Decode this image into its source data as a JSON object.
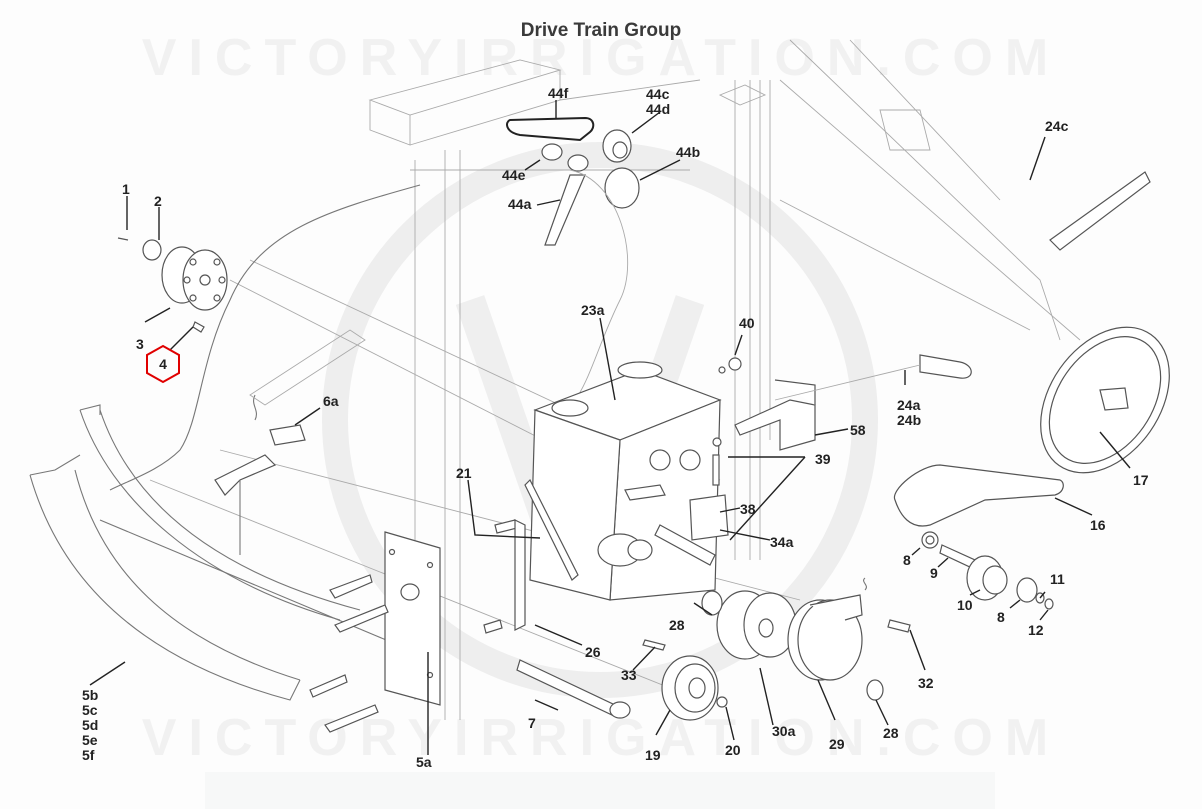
{
  "title": "Drive Train Group",
  "watermark": "VICTORYIRRIGATION.COM",
  "highlighted_part": "4",
  "highlight_color": "#e00000",
  "labels": {
    "p1": "1",
    "p2": "2",
    "p3": "3",
    "p4": "4",
    "p5a": "5a",
    "p5_group": [
      "5b",
      "5c",
      "5d",
      "5e",
      "5f"
    ],
    "p6a": "6a",
    "p7": "7",
    "p8a": "8",
    "p8b": "8",
    "p9": "9",
    "p10": "10",
    "p11": "11",
    "p12": "12",
    "p16": "16",
    "p17": "17",
    "p19": "19",
    "p20": "20",
    "p21": "21",
    "p23a": "23a",
    "p24ab": [
      "24a",
      "24b"
    ],
    "p24c": "24c",
    "p26": "26",
    "p28a": "28",
    "p28b": "28",
    "p29": "29",
    "p30a": "30a",
    "p32": "32",
    "p33": "33",
    "p34a": "34a",
    "p38": "38",
    "p39": "39",
    "p40": "40",
    "p44a": "44a",
    "p44b": "44b",
    "p44cd": [
      "44c",
      "44d"
    ],
    "p44e": "44e",
    "p44f": "44f",
    "p58": "58"
  }
}
